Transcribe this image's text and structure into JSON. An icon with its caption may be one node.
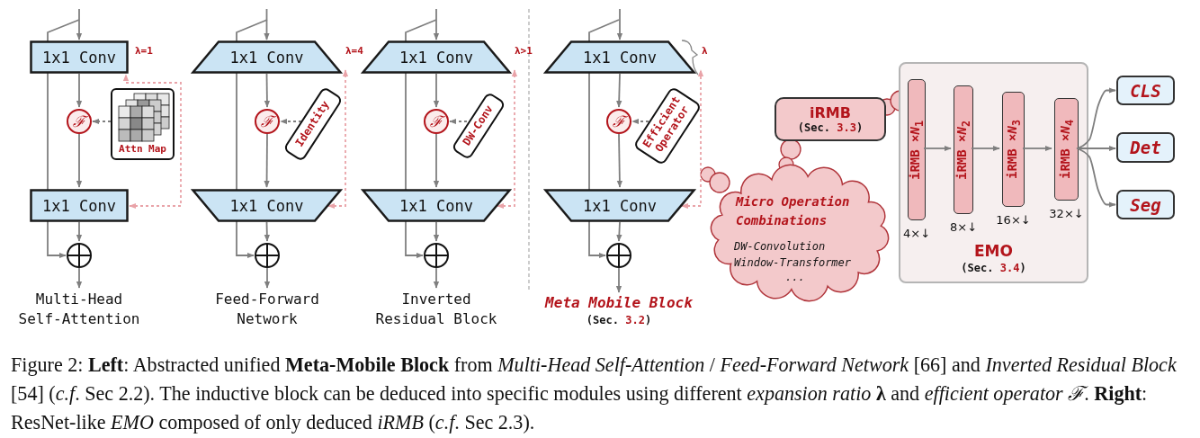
{
  "diagram": {
    "caption": "Figure 2: **Left**: Abstracted unified **Meta-Mobile Block** from *Multi-Head Self-Attention* / *Feed-Forward Network* [66] and *Inverted Residual Block* [54] (*c.f*. Sec 2.2). The inductive block can be deduced into specific modules using different *expansion ratio* **λ** and *efficient operator* *ℱ*. **Right**: ResNet-like *EMO* composed of only deduced *iRMB* (*c.f*. Sec 2.3).",
    "nodes": [
      {
        "text": [
          "1x1 Conv"
        ]
      },
      {
        "text": [
          "ℱ"
        ]
      },
      {
        "text": [
          "Attn Map"
        ]
      },
      {
        "text": [
          "1x1 Conv"
        ]
      },
      {
        "text": [],
        "shape": "circle"
      },
      {
        "text": [
          "Multi-Head Self-Attention"
        ]
      },
      {
        "text": [
          "1x1 Conv"
        ]
      },
      {
        "text": [
          "ℱ"
        ]
      },
      {
        "text": [
          "Identity"
        ]
      },
      {
        "text": [
          "1x1 Conv"
        ]
      },
      {
        "text": [],
        "shape": "circle"
      },
      {
        "text": [
          "Feed-Forward Network"
        ]
      },
      {
        "text": [
          "1x1 Conv"
        ]
      },
      {
        "text": [
          "ℱ"
        ]
      },
      {
        "text": [
          "DW-Conv"
        ]
      },
      {
        "text": [
          "1x1 Conv"
        ]
      },
      {
        "text": [],
        "shape": "circle"
      },
      {
        "text": [
          "Inverted Residual Block"
        ]
      },
      {
        "text": [
          "1x1 Conv"
        ]
      },
      {
        "text": [
          "ℱ"
        ]
      },
      {
        "text": [
          "Efficient Operator"
        ]
      },
      {
        "text": [
          "1x1 Conv"
        ]
      },
      {
        "text": [],
        "shape": "circle"
      },
      {
        "text": [
          "Meta Mobile Block",
          "(Sec. 3.2)"
        ]
      },
      {
        "text": [
          "iRMB",
          "(Sec. 3.3)"
        ]
      },
      {
        "text": [
          "Micro Operation Combinations",
          "DW-Convolution",
          "Window-Transformer",
          "..."
        ]
      },
      {
        "text": [
          "EMO",
          "(Sec. 3.4)"
        ]
      },
      {
        "text": [
          "iRMB ×*N*$_{1}$"
        ],
        "in": 26,
        "beside": [
          "4×↓"
        ]
      },
      {
        "text": [
          "iRMB ×*N*$_{2}$"
        ],
        "in": 26,
        "beside": [
          "8×↓"
        ]
      },
      {
        "text": [
          "iRMB ×*N*$_{3}$"
        ],
        "in": 26,
        "beside": [
          "16×↓"
        ]
      },
      {
        "text": [
          "iRMB ×*N*$_{4}$"
        ],
        "in": 26,
        "beside": [
          "32×↓"
        ]
      },
      {
        "text": [
          "CLS"
        ]
      },
      {
        "text": [
          "Det"
        ]
      },
      {
        "text": [
          "Seg"
        ]
      }
    ],
    "edges": [
      {
        "from": null,
        "to": 0,
        "arrow": "to"
      },
      {
        "from": null,
        "to": 4,
        "arrow": "to"
      },
      {
        "from": 0,
        "to": 1,
        "arrow": "to"
      },
      {
        "from": 2,
        "to": 1,
        "arrow": "to",
        "style": "dashed"
      },
      {
        "from": 1,
        "to": 3,
        "arrow": "to"
      },
      {
        "from": 3,
        "to": 0,
        "arrow": "both",
        "style": "dashed",
        "color": "#e9a3a8"
      },
      {
        "from": 3,
        "to": 4,
        "arrow": "to"
      },
      {
        "from": 4,
        "to": 5,
        "arrow": "to"
      },
      {
        "from": null,
        "to": 6,
        "arrow": "to"
      },
      {
        "from": null,
        "to": 10,
        "arrow": "to"
      },
      {
        "from": 6,
        "to": 7,
        "arrow": "to"
      },
      {
        "from": 8,
        "to": 7,
        "arrow": "to",
        "style": "dashed"
      },
      {
        "from": 7,
        "to": 9,
        "arrow": "to"
      },
      {
        "from": 9,
        "to": 6,
        "arrow": "both",
        "style": "dashed",
        "color": "#e9a3a8"
      },
      {
        "from": 9,
        "to": 10,
        "arrow": "to"
      },
      {
        "from": 10,
        "to": 11,
        "arrow": "to"
      },
      {
        "from": null,
        "to": 12,
        "arrow": "to"
      },
      {
        "from": null,
        "to": 16,
        "arrow": "to"
      },
      {
        "from": 12,
        "to": 13,
        "arrow": "to"
      },
      {
        "from": 14,
        "to": 13,
        "arrow": "to",
        "style": "dashed"
      },
      {
        "from": 13,
        "to": 15,
        "arrow": "to"
      },
      {
        "from": 15,
        "to": 12,
        "arrow": "both",
        "style": "dashed",
        "color": "#e9a3a8"
      },
      {
        "from": 15,
        "to": 16,
        "arrow": "to"
      },
      {
        "from": 16,
        "to": 17,
        "arrow": "to"
      },
      {
        "from": null,
        "to": 18,
        "arrow": "to"
      },
      {
        "from": null,
        "to": 22,
        "arrow": "to"
      },
      {
        "from": 18,
        "to": 19,
        "arrow": "to"
      },
      {
        "from": 20,
        "to": 19,
        "arrow": "to",
        "style": "dashed"
      },
      {
        "from": 19,
        "to": 21,
        "arrow": "to"
      },
      {
        "from": 21,
        "to": 18,
        "arrow": "both",
        "style": "dashed",
        "color": "#e9a3a8"
      },
      {
        "from": 21,
        "to": 22,
        "arrow": "to"
      },
      {
        "from": 22,
        "to": 23,
        "arrow": "to"
      },
      {
        "from": 27,
        "to": 28,
        "arrow": "to"
      },
      {
        "from": 28,
        "to": 29,
        "arrow": "to"
      },
      {
        "from": 29,
        "to": 30,
        "arrow": "to"
      },
      {
        "from": 30,
        "to": 31,
        "arrow": "to"
      },
      {
        "from": 30,
        "to": 32,
        "arrow": "to"
      },
      {
        "from": 30,
        "to": 33,
        "arrow": "to"
      }
    ],
    "labels": [
      "λ=1",
      "λ=4",
      "λ>1",
      "λ"
    ]
  }
}
